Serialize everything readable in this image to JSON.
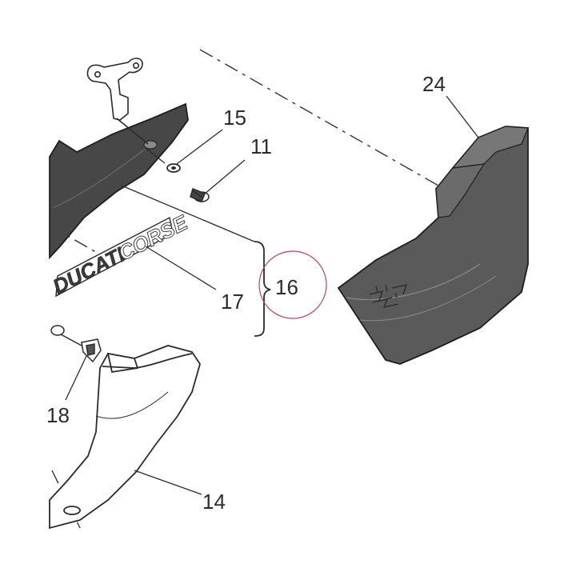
{
  "callouts": {
    "c11": "11",
    "c14": "14",
    "c15": "15",
    "c16": "16",
    "c17": "17",
    "c18": "18",
    "c24": "24"
  },
  "decal": {
    "word1": "DUCATI",
    "word2": "CORSE"
  },
  "colors": {
    "part_dark": "#4a4a4a",
    "part_mid": "#5d5d5d",
    "part_light": "#ffffff",
    "line": "#2b2b2b",
    "highlight_circle": "#c0405a"
  }
}
